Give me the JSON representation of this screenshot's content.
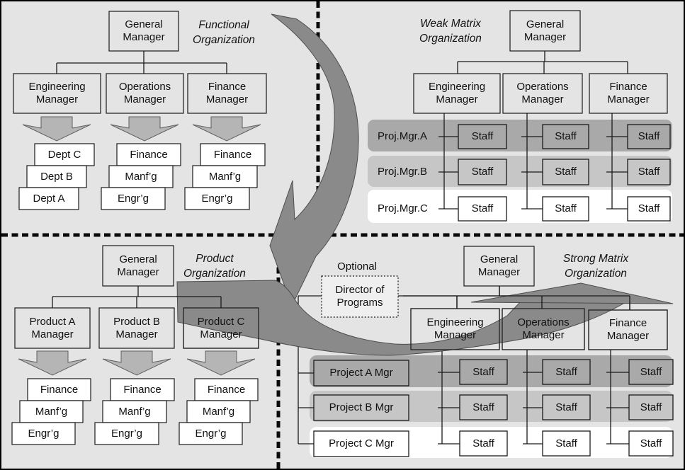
{
  "colors": {
    "background": "#e4e4e4",
    "band_dark": "#a9a9a9",
    "band_mid": "#c6c6c6",
    "band_light": "#ffffff",
    "big_arrow": "#8a8a8a",
    "block_arrow": "#b5b5b5",
    "box_fill": "#e4e4e4",
    "director_fill": "#efefef"
  },
  "functional": {
    "title": "Functional Organization",
    "general_manager": "General Manager",
    "managers": [
      "Engineering Manager",
      "Operations Manager",
      "Finance Manager"
    ],
    "stacks": [
      [
        "Dept C",
        "Dept B",
        "Dept A"
      ],
      [
        "Finance",
        "Manf’g",
        "Engr’g"
      ],
      [
        "Finance",
        "Manf’g",
        "Engr’g"
      ]
    ]
  },
  "weak_matrix": {
    "title": "Weak Matrix Organization",
    "general_manager": "General Manager",
    "managers": [
      "Engineering Manager",
      "Operations Manager",
      "Finance Manager"
    ],
    "rows": [
      {
        "label": "Proj.Mgr.A",
        "staff": [
          "Staff",
          "Staff",
          "Staff"
        ]
      },
      {
        "label": "Proj.Mgr.B",
        "staff": [
          "Staff",
          "Staff",
          "Staff"
        ]
      },
      {
        "label": "Proj.Mgr.C",
        "staff": [
          "Staff",
          "Staff",
          "Staff"
        ]
      }
    ]
  },
  "product": {
    "title": "Product Organization",
    "general_manager": "General Manager",
    "managers": [
      "Product A Manager",
      "Product B Manager",
      "Product C Manager"
    ],
    "stacks": [
      [
        "Finance",
        "Manf’g",
        "Engr’g"
      ],
      [
        "Finance",
        "Manf’g",
        "Engr’g"
      ],
      [
        "Finance",
        "Manf’g",
        "Engr’g"
      ]
    ]
  },
  "strong_matrix": {
    "title": "Strong Matrix Organization",
    "optional_label": "Optional",
    "director": "Director of Programs",
    "general_manager": "General Manager",
    "managers": [
      "Engineering Manager",
      "Operations Manager",
      "Finance Manager"
    ],
    "rows": [
      {
        "label": "Project A Mgr",
        "staff": [
          "Staff",
          "Staff",
          "Staff"
        ]
      },
      {
        "label": "Project B Mgr",
        "staff": [
          "Staff",
          "Staff",
          "Staff"
        ]
      },
      {
        "label": "Project C Mgr",
        "staff": [
          "Staff",
          "Staff",
          "Staff"
        ]
      }
    ]
  }
}
